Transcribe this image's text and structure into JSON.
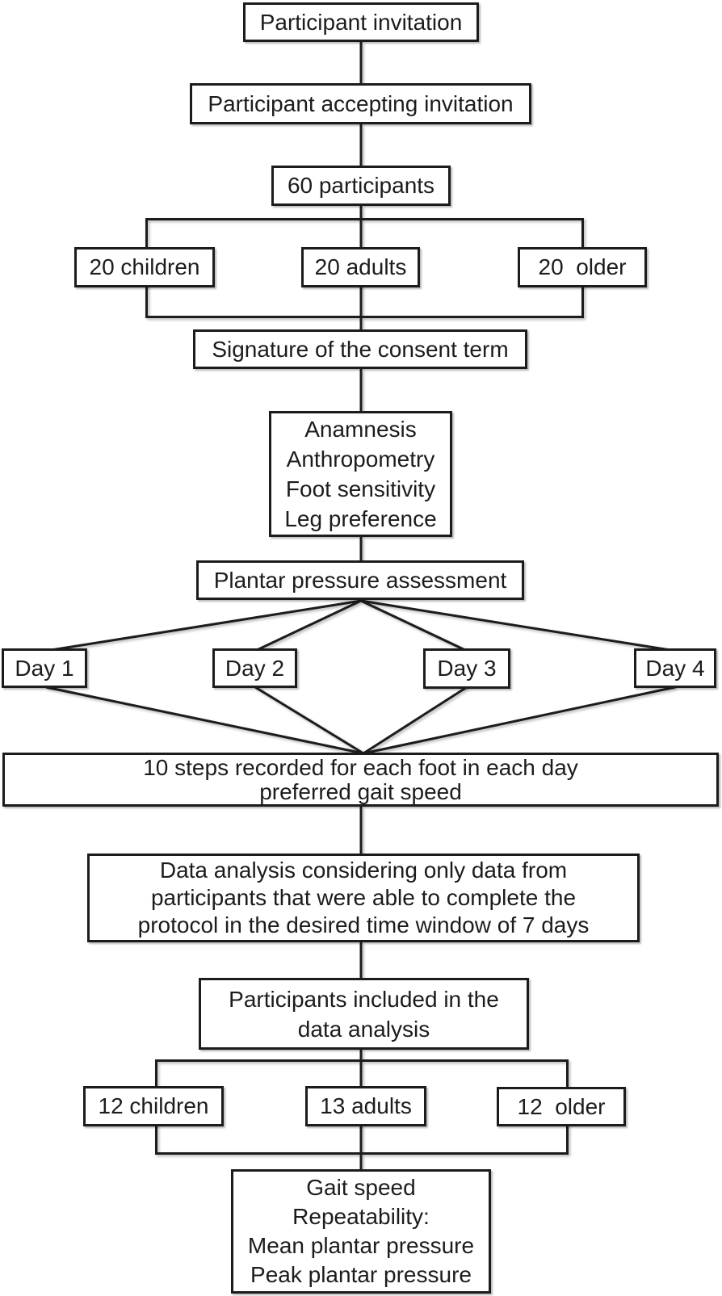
{
  "diagram": {
    "type": "flowchart",
    "description": "Study participant flow diagram for plantar pressure gait protocol",
    "colors": {
      "ink": "#1c1c1c",
      "background": "#ffffff",
      "box_fill": "#ffffff"
    }
  },
  "nodes": {
    "participant_invitation": "Participant invitation",
    "participant_accepting": "Participant accepting invitation",
    "total_participants": "60 participants",
    "group_children": "20 children",
    "group_adults": "20 adults",
    "group_older": "20  older",
    "consent": "Signature of the consent term",
    "baseline": "Anamnesis\nAnthropometry\nFoot sensitivity\nLeg preference",
    "plantar": "Plantar pressure assessment",
    "day1": "Day 1",
    "day2": "Day 2",
    "day3": "Day 3",
    "day4": "Day 4",
    "steps": "10 steps recorded for each foot in each day\npreferred gait speed",
    "analysis": "Data analysis considering only data from\nparticipants that were able to complete the\nprotocol in the desired time window of 7 days",
    "included": "Participants included in the\ndata analysis",
    "included_children": "12 children",
    "included_adults": "13 adults",
    "included_older": "12  older",
    "outcomes": "Gait speed\nRepeatability:\nMean plantar pressure\nPeak plantar pressure"
  }
}
